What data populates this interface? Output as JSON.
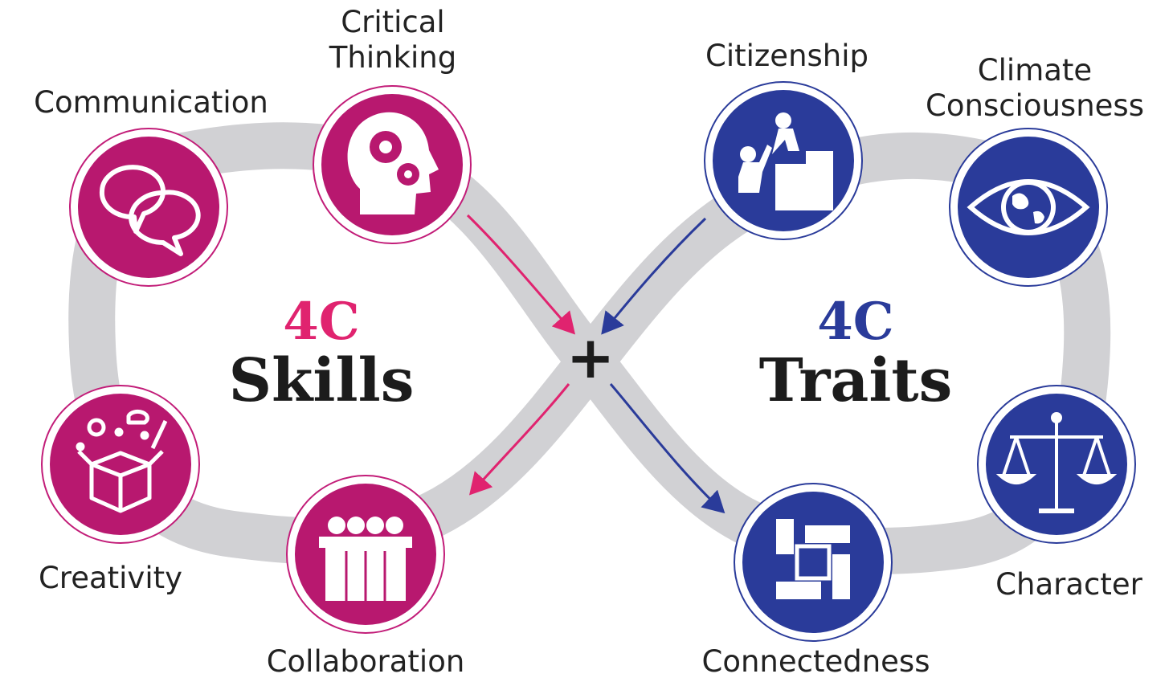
{
  "colors": {
    "magenta": "#b8186f",
    "blue": "#2a3b9a",
    "track": "#d1d1d4",
    "arrow_pink": "#e0236f",
    "arrow_blue": "#2a3b9a"
  },
  "plus": "+",
  "skills": {
    "title_top": "4C",
    "title_bottom": "Skills",
    "items": [
      {
        "label": "Communication",
        "icon": "speech-bubbles-icon"
      },
      {
        "label": "Critical Thinking",
        "icon": "head-gears-icon"
      },
      {
        "label": "Creativity",
        "icon": "open-box-ideas-icon"
      },
      {
        "label": "Collaboration",
        "icon": "group-people-icon"
      }
    ]
  },
  "traits": {
    "title_top": "4C",
    "title_bottom": "Traits",
    "items": [
      {
        "label": "Citizenship",
        "icon": "helping-hand-climb-icon"
      },
      {
        "label": "Climate Consciousness",
        "icon": "eye-globe-icon"
      },
      {
        "label": "Character",
        "icon": "scales-icon"
      },
      {
        "label": "Connectedness",
        "icon": "linked-hands-icon"
      }
    ]
  }
}
